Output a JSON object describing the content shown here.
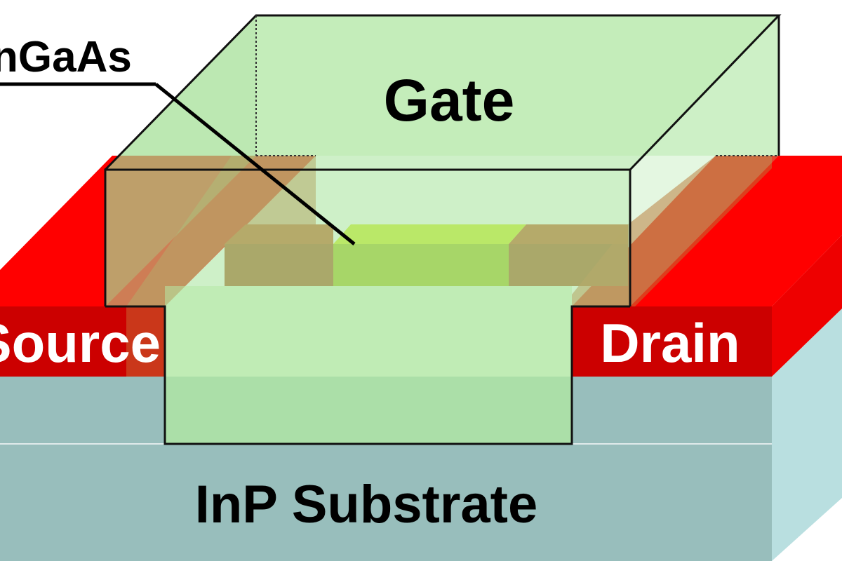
{
  "labels": {
    "channel": "nGaAs",
    "gate": "Gate",
    "source": "Source",
    "drain": "Drain",
    "substrate": "InP Substrate"
  },
  "colors": {
    "substrate_front": "#98bebc",
    "substrate_right": "#b9dfe0",
    "contact_top": "#ff0000",
    "contact_front": "#cc0000",
    "fin_body": "#c8652f",
    "channel": "#a8c52a",
    "channel_top": "#d3ee2a",
    "gate_fill": "#a6e39b",
    "outline": "#111111"
  }
}
